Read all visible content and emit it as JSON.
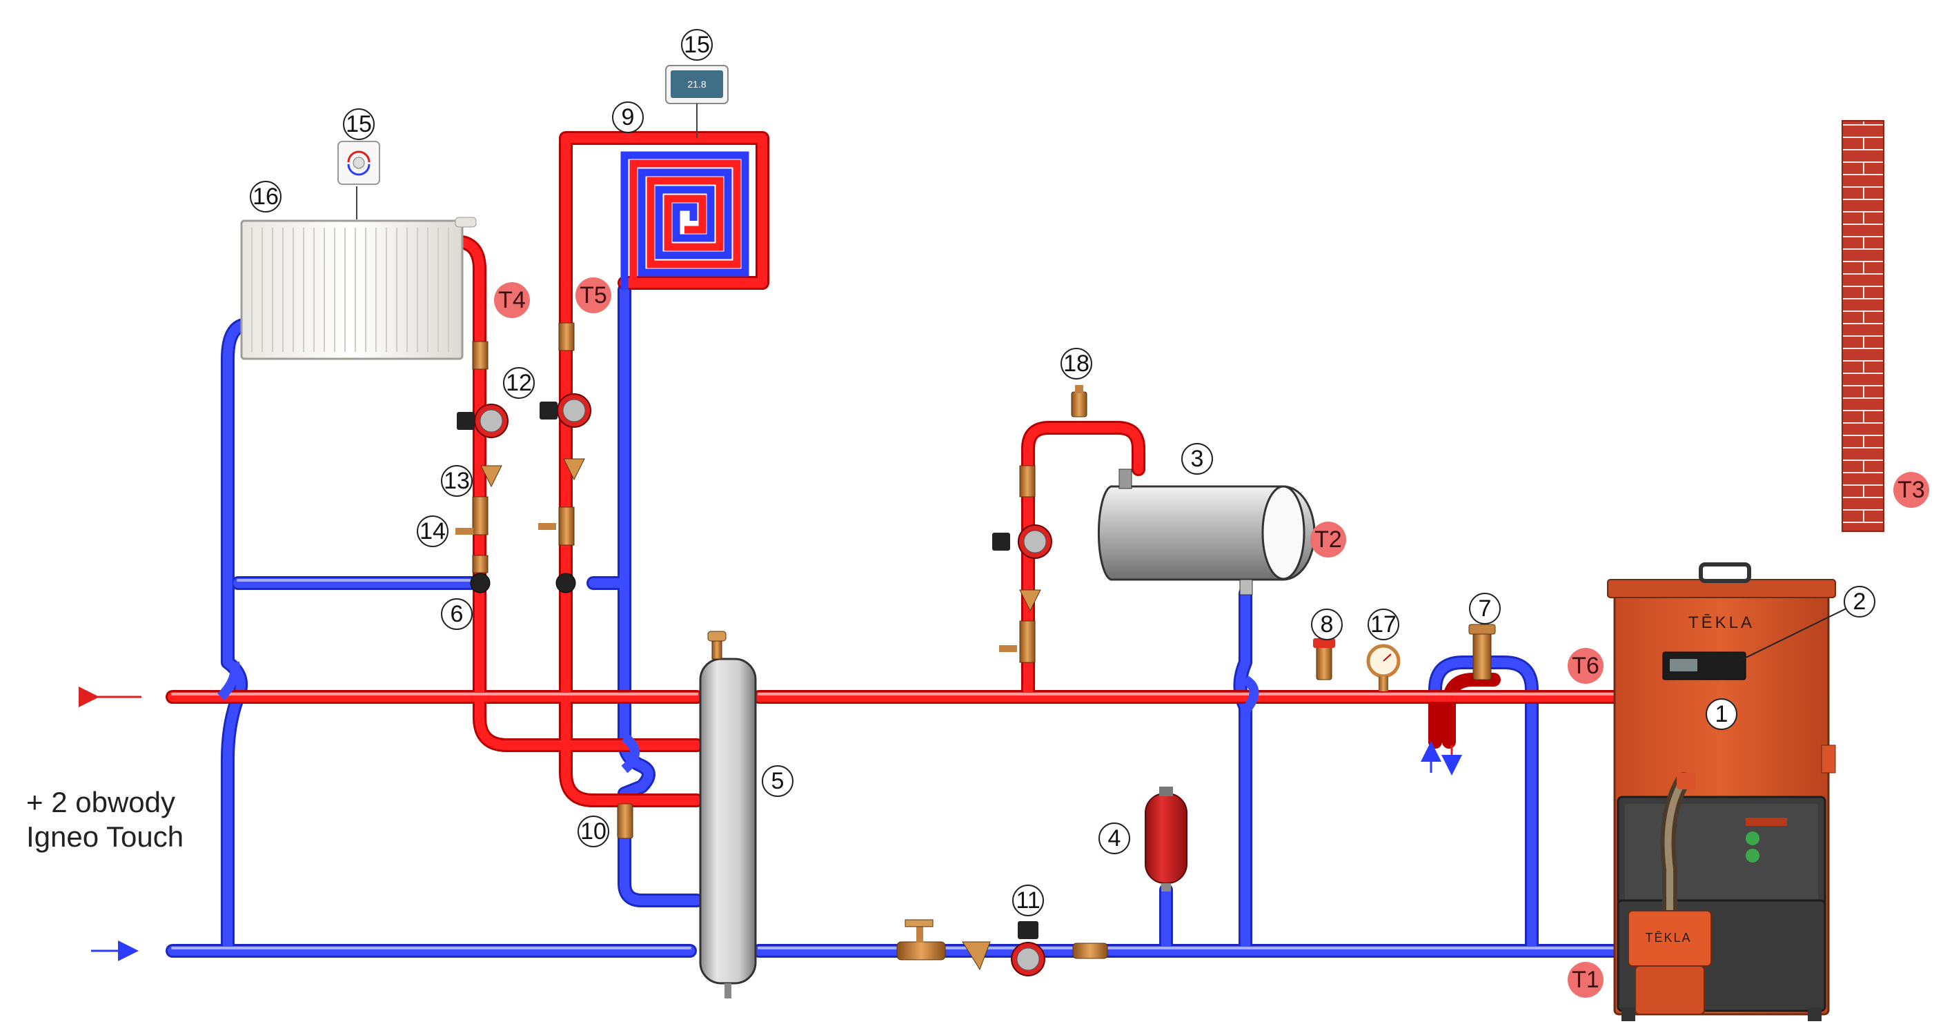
{
  "labels": {
    "n1": "1",
    "n2": "2",
    "n3": "3",
    "n4": "4",
    "n5": "5",
    "n6": "6",
    "n7": "7",
    "n8": "8",
    "n9": "9",
    "n10": "10",
    "n11": "11",
    "n12": "12",
    "n13": "13",
    "n14": "14",
    "n15a": "15",
    "n15b": "15",
    "n16": "16",
    "n17": "17",
    "n18": "18"
  },
  "sensors": {
    "t1": "T1",
    "t2": "T2",
    "t3": "T3",
    "t4": "T4",
    "t5": "T5",
    "t6": "T6"
  },
  "side_note": {
    "line1": "+ 2 obwody",
    "line2": "Igneo Touch"
  },
  "boiler": {
    "brand": "TĒKLA",
    "burner_brand": "TĒKLA"
  },
  "room_panel": {
    "display": "21.8"
  },
  "colors": {
    "supply": "#ff1a1a",
    "return": "#2b3cff",
    "boiler": "#d9542a",
    "sensor": "#f07070",
    "brick": "#c0392b",
    "brass": "#c8813a"
  }
}
